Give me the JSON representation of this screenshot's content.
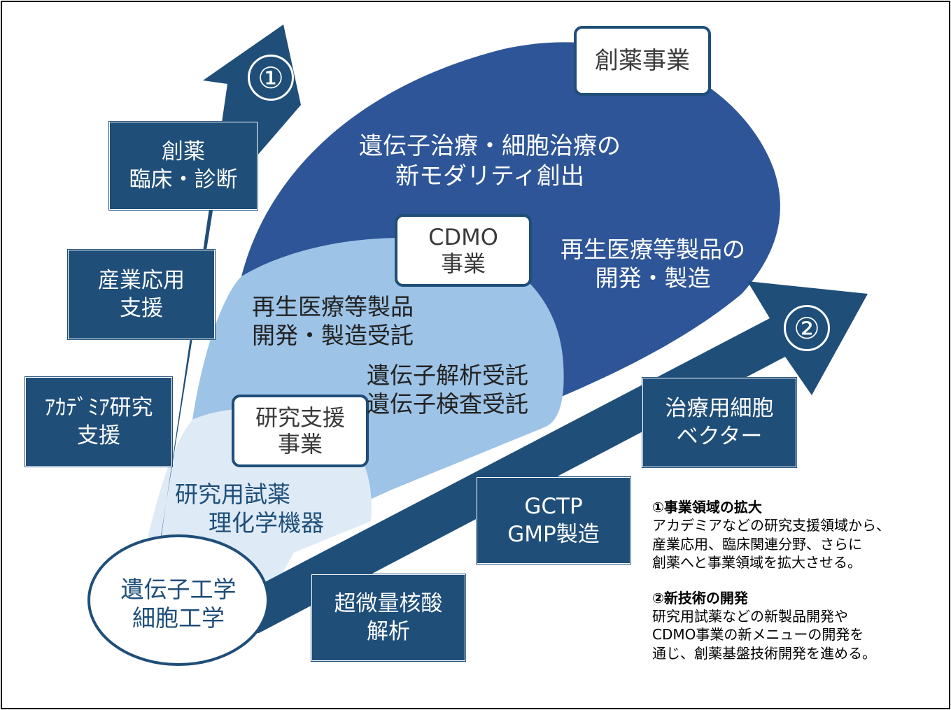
{
  "colors": {
    "dark_blue": "#1f4e79",
    "mid_blue": "#2e5597",
    "light_blue": "#9dc3e6",
    "pale_blue": "#deebf7",
    "white": "#ffffff"
  },
  "arrows": {
    "arrow1_number": "①",
    "arrow2_number": "②"
  },
  "labels": {
    "drug_discovery_business": "創薬事業",
    "new_modality": [
      "遺伝子治療・細胞治療の",
      "新モダリティ創出"
    ],
    "cdmo_business": [
      "CDMO",
      "事業"
    ],
    "regen_dev_mfg": [
      "再生医療等製品の",
      "開発・製造"
    ],
    "regen_contract": [
      "再生医療等製品",
      "開発・製造受託"
    ],
    "gene_contract": [
      "遺伝子解析受託",
      "遺伝子検査受託"
    ],
    "research_support_business": [
      "研究支援",
      "事業"
    ],
    "research_reagents": [
      "研究用試薬",
      "理化学機器"
    ],
    "core": [
      "遺伝子工学",
      "細胞工学"
    ]
  },
  "left_boxes": {
    "drug_clinical": [
      "創薬",
      "臨床・診断"
    ],
    "industry": [
      "産業応用",
      "支援"
    ],
    "academia": [
      "ｱｶﾃﾞﾐｱ研究",
      "支援"
    ]
  },
  "right_boxes": {
    "vector": [
      "治療用細胞",
      "ベクター"
    ],
    "gctp": [
      "GCTP",
      "GMP製造"
    ],
    "nucleic": [
      "超微量核酸",
      "解析"
    ]
  },
  "notes": {
    "n1_heading": "①事業領域の拡大",
    "n1_lines": [
      "アカデミアなどの研究支援領域から、",
      "産業応用、臨床関連分野、さらに",
      "創薬へと事業領域を拡大させる。"
    ],
    "n2_heading": "②新技術の開発",
    "n2_lines": [
      "研究用試薬などの新製品開発や",
      "CDMO事業の新メニューの開発を",
      "通じ、創薬基盤技術開発を進める。"
    ]
  }
}
